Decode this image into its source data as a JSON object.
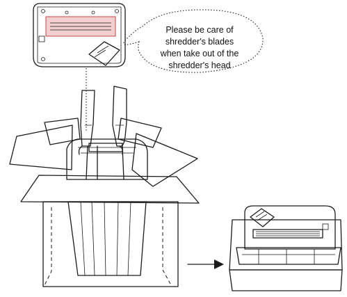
{
  "callout": {
    "lines": [
      "Please be care of",
      "shredder's blades",
      "when take out of the",
      "shredder's head"
    ]
  }
}
